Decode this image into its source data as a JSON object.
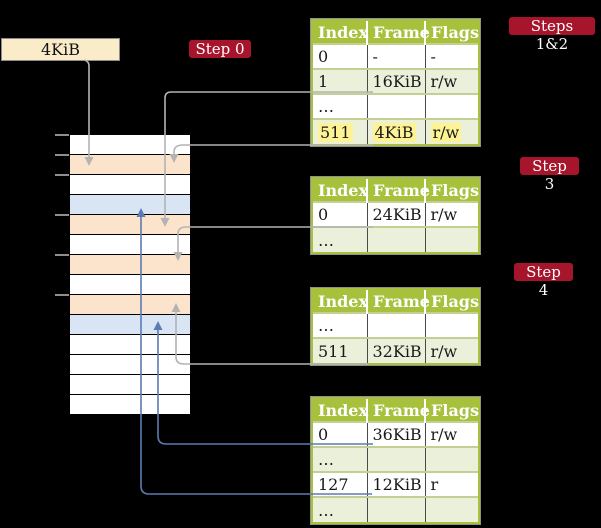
{
  "diagram": {
    "description": "Recursive page-table address translation over physical memory",
    "background_color": "#000000"
  },
  "cr3_box": {
    "label": "4KiB"
  },
  "badges": {
    "step0": "Step 0",
    "steps12": "Steps 1&2",
    "step3": "Step 3",
    "step4": "Step 4"
  },
  "memory": {
    "rows": [
      {
        "kind": "empty"
      },
      {
        "kind": "page-table"
      },
      {
        "kind": "empty"
      },
      {
        "kind": "mapped-page"
      },
      {
        "kind": "page-table"
      },
      {
        "kind": "empty"
      },
      {
        "kind": "page-table"
      },
      {
        "kind": "empty"
      },
      {
        "kind": "page-table"
      },
      {
        "kind": "mapped-page"
      },
      {
        "kind": "empty"
      },
      {
        "kind": "empty"
      },
      {
        "kind": "empty"
      },
      {
        "kind": "empty"
      }
    ],
    "tick_count": 6
  },
  "tables": [
    {
      "name": "page-table-steps-1-2",
      "columns": [
        "Index",
        "Frame",
        "Flags"
      ],
      "rows": [
        {
          "cells": [
            "0",
            "-",
            "-"
          ],
          "shaded": false,
          "highlight": false
        },
        {
          "cells": [
            "1",
            "16KiB",
            "r/w"
          ],
          "shaded": true,
          "highlight": false
        },
        {
          "cells": [
            "…",
            "",
            ""
          ],
          "shaded": false,
          "highlight": false
        },
        {
          "cells": [
            "511",
            "4KiB",
            "r/w"
          ],
          "shaded": true,
          "highlight": true
        }
      ]
    },
    {
      "name": "page-table-step-3",
      "columns": [
        "Index",
        "Frame",
        "Flags"
      ],
      "rows": [
        {
          "cells": [
            "0",
            "24KiB",
            "r/w"
          ],
          "shaded": false,
          "highlight": false
        },
        {
          "cells": [
            "…",
            "",
            ""
          ],
          "shaded": true,
          "highlight": false
        }
      ]
    },
    {
      "name": "page-table-step-4",
      "columns": [
        "Index",
        "Frame",
        "Flags"
      ],
      "rows": [
        {
          "cells": [
            "…",
            "",
            ""
          ],
          "shaded": false,
          "highlight": false
        },
        {
          "cells": [
            "511",
            "32KiB",
            "r/w"
          ],
          "shaded": true,
          "highlight": false
        }
      ]
    },
    {
      "name": "page-table-final",
      "columns": [
        "Index",
        "Frame",
        "Flags"
      ],
      "rows": [
        {
          "cells": [
            "0",
            "36KiB",
            "r/w"
          ],
          "shaded": false,
          "highlight": false
        },
        {
          "cells": [
            "…",
            "",
            ""
          ],
          "shaded": true,
          "highlight": false
        },
        {
          "cells": [
            "127",
            "12KiB",
            "r"
          ],
          "shaded": false,
          "highlight": false
        },
        {
          "cells": [
            "…",
            "",
            ""
          ],
          "shaded": true,
          "highlight": false
        }
      ]
    }
  ],
  "connectors": [
    {
      "name": "cr3-to-frame-4kib-arrow",
      "color": "#b3b3b3"
    },
    {
      "name": "entry-1-to-frame-16kib-arrow",
      "color": "#b3b3b3"
    },
    {
      "name": "entry-511-to-frame-4kib-arrow",
      "color": "#b3b3b3"
    },
    {
      "name": "entry-0-to-frame-24kib-arrow",
      "color": "#b3b3b3"
    },
    {
      "name": "entry-511-to-frame-32kib-arrow",
      "color": "#b3b3b3"
    },
    {
      "name": "entry-0-to-frame-36kib-arrow",
      "color": "#5b7cb0"
    },
    {
      "name": "entry-127-to-frame-12kib-arrow",
      "color": "#5b7cb0"
    }
  ],
  "colors": {
    "badge_red": "#A6152C",
    "table_header_green": "#A8C13D",
    "table_row_shaded": "#EBF0DA",
    "highlight_yellow": "#FDF394",
    "memory_page_table": "#FBE4CB",
    "memory_mapped_page": "#D9E5F4",
    "cr3_box_cream": "#FAECC8",
    "gray_connector": "#b3b3b3",
    "blue_connector": "#5b7cb0"
  }
}
